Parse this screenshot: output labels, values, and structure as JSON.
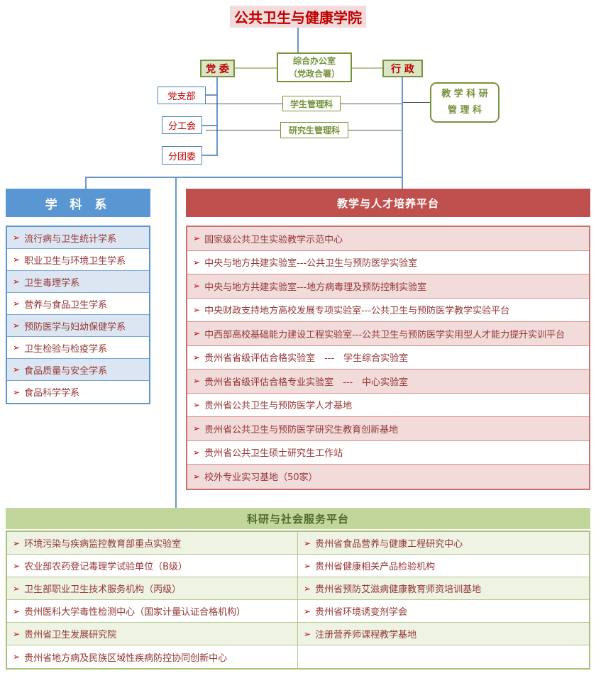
{
  "title": "公共卫生与健康学院",
  "bullet_icon": "➢",
  "org": {
    "party_committee": "党 委",
    "admin": "行 政",
    "office_line1": "综合办公室",
    "office_line2": "（党政合署）",
    "party_branch": "党支部",
    "sub_union": "分工会",
    "sub_league": "分团委",
    "student_office": "学生管理科",
    "graduate_office": "研究生管理科",
    "tr_line1": "教 学 科 研",
    "tr_line2": "管 理 科"
  },
  "departments": {
    "header": "学 科 系",
    "items": [
      "流行病与卫生统计学系",
      "职业卫生与环境卫生学系",
      "卫生毒理学系",
      "营养与食品卫生学系",
      "预防医学与妇幼保健学系",
      "卫生检验与检疫学系",
      "食品质量与安全学系",
      "食品科学学系"
    ]
  },
  "teaching_platform": {
    "header": "教学与人才培养平台",
    "items": [
      "国家级公共卫生实验教学示范中心",
      "中央与地方共建实验室---公共卫生与预防医学实验室",
      "中央与地方共建实验室---地方病毒理及预防控制实验室",
      "中央财政支持地方高校发展专项实验室---公共卫生与预防医学教学实验平台",
      "中西部高校基础能力建设工程实验室---公共卫生与预防医学实用型人才能力提升实训平台",
      "贵州省省级评估合格实验室　---　学生综合实验室",
      "贵州省省级评估合格专业实验室　---　中心实验室",
      "贵州省公共卫生与预防医学人才基地",
      "贵州省公共卫生与预防医学研究生教育创新基地",
      "贵州省公共卫生硕士研究生工作站",
      "校外专业实习基地（50家）"
    ]
  },
  "research_platform": {
    "header": "科研与社会服务平台",
    "rows": [
      {
        "left": "环境污染与疾病监控教育部重点实验室",
        "right": "贵州省食品营养与健康工程研究中心"
      },
      {
        "left": "农业部农药登记毒理学试验单位（B级）",
        "right": "贵州省健康相关产品检验机构"
      },
      {
        "left": "卫生部职业卫生技术服务机构（丙级）",
        "right": "贵州省预防艾滋病健康教育师资培训基地"
      },
      {
        "left": "贵州医科大学毒性检测中心（国家计量认证合格机构）",
        "right": "贵州省环境诱变剂学会"
      },
      {
        "left": "贵州省卫生发展研究院",
        "right": "注册营养师课程教学基地"
      },
      {
        "left": "贵州省地方病及民族区域性疾病防控协同创新中心",
        "right": ""
      }
    ]
  },
  "colors": {
    "title_red": "#c00000",
    "blue_accent": "#5a96d2",
    "red_accent": "#c0504d",
    "green_accent": "#77933c",
    "item_text": "#943634"
  }
}
